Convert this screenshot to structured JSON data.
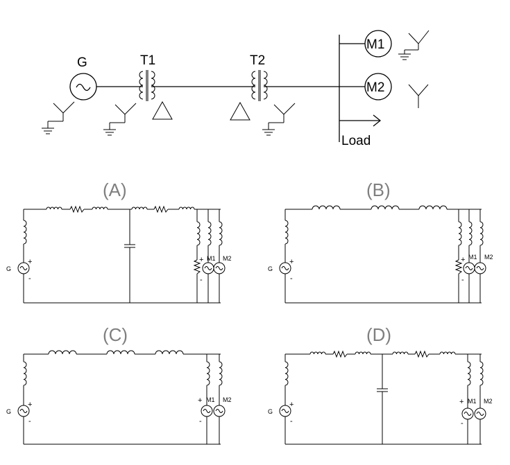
{
  "one_line": {
    "generator": "G",
    "transformer1": "T1",
    "transformer2": "T2",
    "motor1": "M1",
    "motor2": "M2",
    "load": "Load"
  },
  "options": [
    {
      "title": "(A)",
      "gen": "G",
      "m1": "M1",
      "m2": "M2",
      "plus": "+",
      "minus": "-"
    },
    {
      "title": "(B)",
      "gen": "G",
      "m1": "M1",
      "m2": "M2",
      "plus": "+",
      "minus": "-"
    },
    {
      "title": "(C)",
      "gen": "G",
      "m1": "M1",
      "m2": "M2",
      "plus": "+",
      "minus": "-"
    },
    {
      "title": "(D)",
      "gen": "G",
      "m1": "M1",
      "m2": "M2",
      "plus": "+",
      "minus": "-"
    }
  ]
}
